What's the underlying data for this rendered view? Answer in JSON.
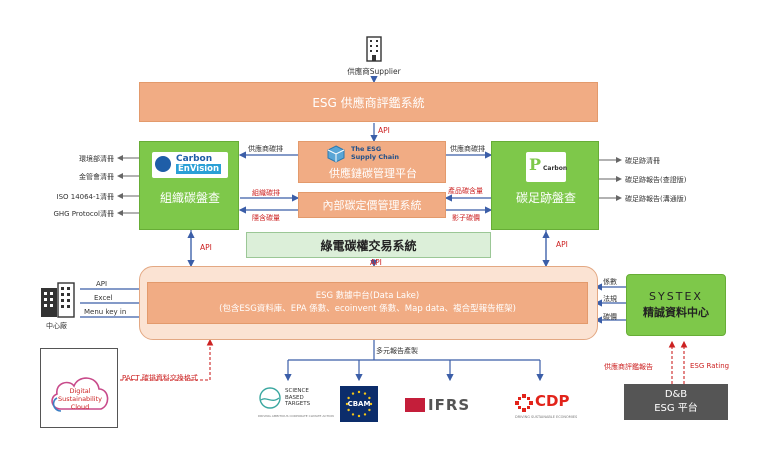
{
  "supplier": {
    "label": "供應商Supplier"
  },
  "rating_system": {
    "title": "ESG 供應商評鑑系統"
  },
  "api_label": "API",
  "org_carbon": {
    "title": "組織碳盤查",
    "logo_line1": "Carbon",
    "logo_line2": "EnVision",
    "outputs": [
      "環境部清冊",
      "金管會清冊",
      "ISO 14064-1清冊",
      "GHG Protocol清冊"
    ]
  },
  "supply_chain": {
    "title": "供應鏈碳管理平台",
    "logo_line1": "The ESG",
    "logo_line2": "Supply Chain",
    "left_flow": "供應商碳排",
    "right_flow": "供應商碳排"
  },
  "internal_pricing": {
    "title": "內部碳定價管理系統",
    "left_top": "組織碳排",
    "left_bottom": "隱含碳量",
    "right_top": "產品碳含量",
    "right_bottom": "影子碳價"
  },
  "product_carbon": {
    "title": "碳足跡盤查",
    "logo_text": "Carbon",
    "outputs": [
      "碳足跡清冊",
      "碳足跡報告(查證版)",
      "碳足跡報告(溝通版)"
    ]
  },
  "green_power": {
    "title": "綠電碳權交易系統"
  },
  "data_lake": {
    "line1": "ESG 數據中台(Data Lake)",
    "line2": "(包含ESG資料庫、EPA 係數、ecoinvent 係數、Map data、複合型報告框架)",
    "inputs": [
      "API",
      "Excel",
      "Menu key in"
    ],
    "right_inputs": [
      "係數",
      "法規",
      "碳價"
    ]
  },
  "factory": {
    "label": "中心廠"
  },
  "cloud": {
    "line1": "Digital",
    "line2": "Sustainability",
    "line3": "Cloud",
    "flow": "PACT 碳排資料交換格式"
  },
  "systex": {
    "line1": "SYSTEX",
    "line2": "精誠資料中心"
  },
  "dnb": {
    "line1": "D&B",
    "line2": "ESG 平台",
    "flow_left": "供應商評鑑報告",
    "flow_right": "ESG Rating"
  },
  "reports": {
    "label": "多元報告產製",
    "sbt": [
      "SCIENCE",
      "BASED",
      "TARGETS"
    ],
    "sbt_sub": "DRIVING AMBITIOUS CORPORATE CLIMATE ACTION",
    "cbam": "CBAM",
    "ifrs": "IFRS",
    "cdp": "CDP",
    "cdp_sub": "DRIVING SUSTAINABLE ECONOMIES"
  },
  "colors": {
    "orange": "#f1ac84",
    "green": "#7ec84a",
    "mint": "#dcefd9",
    "arrow": "#3b5ea8",
    "dashed": "#cc2222",
    "dark": "#555555"
  }
}
